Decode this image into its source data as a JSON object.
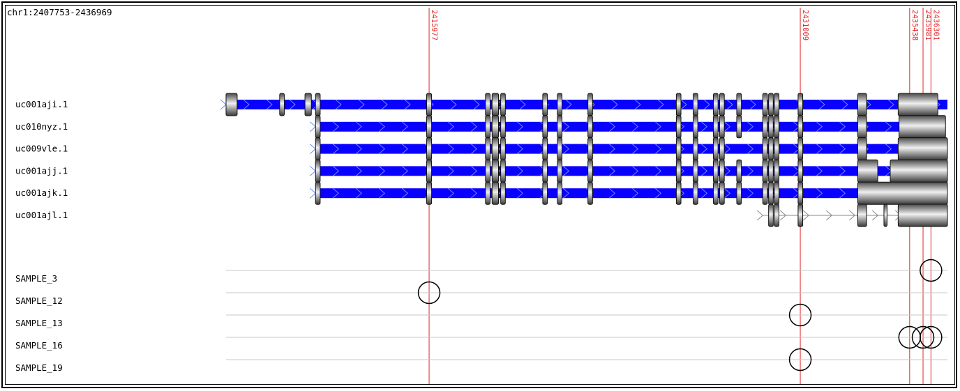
{
  "region": "chr1:2407753-2436969",
  "genomic_range": [
    2407753,
    2436969
  ],
  "colors": {
    "intron": "#0a00ff",
    "exon": "#606060",
    "marker_line": "#e0282a",
    "sample_line": "#c8c8c8",
    "circle": "#000000"
  },
  "markers": [
    {
      "label": "2415977",
      "pos": 2415977
    },
    {
      "label": "2431009",
      "pos": 2431009
    },
    {
      "label": "2435438",
      "pos": 2435438
    },
    {
      "label": "2435981",
      "pos": 2435981
    },
    {
      "label": "2436301",
      "pos": 2436301
    }
  ],
  "transcripts": [
    {
      "name": "uc001aji.1",
      "start": 2407753,
      "end": 2436969,
      "exons": [
        [
          2407753,
          2408203
        ],
        [
          2409924,
          2410112
        ],
        [
          2410949,
          2411207
        ],
        [
          2411377,
          2411565
        ],
        [
          2415877,
          2416077
        ],
        [
          2418259,
          2418447
        ],
        [
          2418528,
          2418787
        ],
        [
          2418876,
          2419064
        ],
        [
          2420579,
          2420767
        ],
        [
          2421171,
          2421359
        ],
        [
          2422408,
          2422596
        ],
        [
          2425989,
          2426177
        ],
        [
          2426670,
          2426858
        ],
        [
          2427490,
          2427678
        ],
        [
          2427744,
          2427932
        ],
        [
          2428435,
          2428623
        ],
        [
          2429489,
          2429677
        ],
        [
          2429726,
          2429914
        ],
        [
          2429957,
          2430145
        ],
        [
          2430920,
          2431108
        ],
        [
          2433338,
          2433695
        ],
        [
          2434973,
          2436581
        ]
      ]
    },
    {
      "name": "uc010nyz.1",
      "start": 2411377,
      "end": 2436891,
      "exons": [
        [
          2411377,
          2411565
        ],
        [
          2415877,
          2416077
        ],
        [
          2418259,
          2418447
        ],
        [
          2418528,
          2418787
        ],
        [
          2418876,
          2419064
        ],
        [
          2420579,
          2420767
        ],
        [
          2421171,
          2421359
        ],
        [
          2422408,
          2422596
        ],
        [
          2425989,
          2426177
        ],
        [
          2426670,
          2426858
        ],
        [
          2427490,
          2427678
        ],
        [
          2427744,
          2427932
        ],
        [
          2428435,
          2428623
        ],
        [
          2429489,
          2429677
        ],
        [
          2429726,
          2429914
        ],
        [
          2429957,
          2430145
        ],
        [
          2430920,
          2431108
        ],
        [
          2433338,
          2433695
        ],
        [
          2435009,
          2436891
        ]
      ]
    },
    {
      "name": "uc009vle.1",
      "start": 2411377,
      "end": 2436969,
      "exons": [
        [
          2411377,
          2411565
        ],
        [
          2415877,
          2416077
        ],
        [
          2418259,
          2418447
        ],
        [
          2418528,
          2418787
        ],
        [
          2418876,
          2419064
        ],
        [
          2420579,
          2420767
        ],
        [
          2421171,
          2421359
        ],
        [
          2422408,
          2422596
        ],
        [
          2425989,
          2426177
        ],
        [
          2426670,
          2426858
        ],
        [
          2427490,
          2427678
        ],
        [
          2427744,
          2427932
        ],
        [
          2429489,
          2429677
        ],
        [
          2429726,
          2429914
        ],
        [
          2429957,
          2430145
        ],
        [
          2430920,
          2431108
        ],
        [
          2433338,
          2433695
        ],
        [
          2434973,
          2436969
        ]
      ]
    },
    {
      "name": "uc001ajj.1",
      "start": 2411377,
      "end": 2436969,
      "exons": [
        [
          2411377,
          2411565
        ],
        [
          2415877,
          2416077
        ],
        [
          2418259,
          2418447
        ],
        [
          2418528,
          2418787
        ],
        [
          2418876,
          2419064
        ],
        [
          2420579,
          2420767
        ],
        [
          2421171,
          2421359
        ],
        [
          2422408,
          2422596
        ],
        [
          2425989,
          2426177
        ],
        [
          2426670,
          2426858
        ],
        [
          2427490,
          2427678
        ],
        [
          2427744,
          2427932
        ],
        [
          2428435,
          2428623
        ],
        [
          2429489,
          2429677
        ],
        [
          2429726,
          2429914
        ],
        [
          2429957,
          2430145
        ],
        [
          2430920,
          2431108
        ],
        [
          2433338,
          2434146
        ],
        [
          2434652,
          2436969
        ]
      ]
    },
    {
      "name": "uc001ajk.1",
      "start": 2411377,
      "end": 2436969,
      "exons": [
        [
          2411377,
          2411565
        ],
        [
          2415877,
          2416077
        ],
        [
          2418259,
          2418447
        ],
        [
          2418528,
          2418787
        ],
        [
          2418876,
          2419064
        ],
        [
          2420579,
          2420767
        ],
        [
          2421171,
          2421359
        ],
        [
          2422408,
          2422596
        ],
        [
          2425989,
          2426177
        ],
        [
          2426670,
          2426858
        ],
        [
          2427490,
          2427678
        ],
        [
          2427744,
          2427932
        ],
        [
          2428435,
          2428623
        ],
        [
          2429489,
          2429677
        ],
        [
          2429726,
          2429914
        ],
        [
          2429957,
          2430145
        ],
        [
          2430920,
          2431108
        ],
        [
          2433338,
          2436969
        ]
      ]
    },
    {
      "name": "uc001ajl.1",
      "start": 2429489,
      "end": 2436969,
      "thin": true,
      "exons": [
        [
          2429726,
          2429914
        ],
        [
          2429957,
          2430145
        ],
        [
          2430920,
          2431108
        ],
        [
          2433338,
          2433695
        ],
        [
          2434397,
          2434487
        ],
        [
          2434973,
          2436969
        ]
      ]
    }
  ],
  "samples": [
    {
      "name": "SAMPLE_3",
      "hits": [
        2436301
      ]
    },
    {
      "name": "SAMPLE_12",
      "hits": [
        2415977
      ]
    },
    {
      "name": "SAMPLE_13",
      "hits": [
        2431009
      ]
    },
    {
      "name": "SAMPLE_16",
      "hits": [
        2435438,
        2435981,
        2436301
      ]
    },
    {
      "name": "SAMPLE_19",
      "hits": [
        2431009
      ]
    }
  ]
}
